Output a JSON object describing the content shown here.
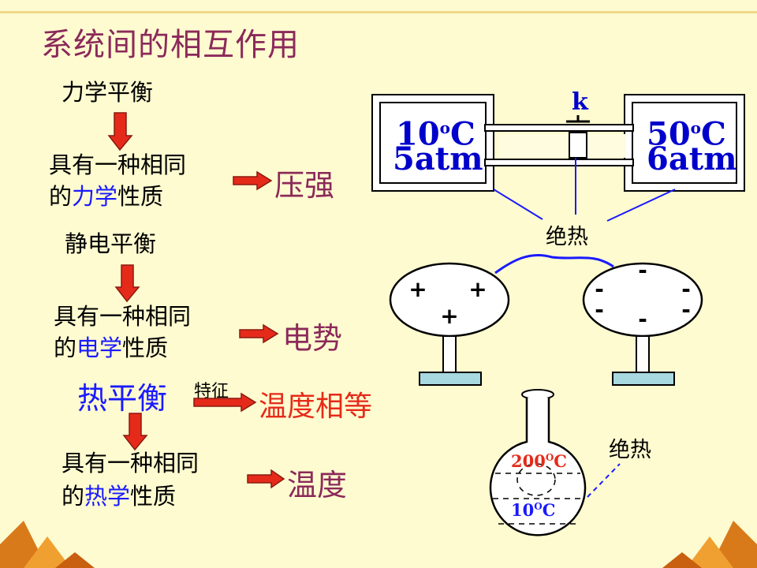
{
  "title": "系统间的相互作用",
  "mechanical": {
    "equilibrium": "力学平衡",
    "line1": "具有一种相同",
    "line2_pre": "的",
    "line2_key": "力学",
    "line2_post": "性质",
    "result": "压强"
  },
  "electrostatic": {
    "equilibrium": "静电平衡",
    "line1": "具有一种相同",
    "line2_pre": "的",
    "line2_key": "电学",
    "line2_post": "性质",
    "result": "电势"
  },
  "thermal": {
    "equilibrium": "热平衡",
    "feature_label": "特征",
    "feature": "温度相等",
    "line1": "具有一种相同",
    "line2_pre": "的",
    "line2_key": "热学",
    "line2_post": "性质",
    "result": "温度"
  },
  "chambers": {
    "valve_label": "k",
    "left_temp": "10",
    "left_temp_sup": "o",
    "left_temp_unit": "C",
    "left_pressure": "5atm",
    "right_temp": "50",
    "right_temp_sup": "o",
    "right_temp_unit": "C",
    "right_pressure": "6atm",
    "insulation_label": "绝热"
  },
  "spheres": {
    "left_charges": [
      "+",
      "+",
      "+"
    ],
    "right_charges": [
      "-",
      "-",
      "-",
      "-",
      "-",
      "-"
    ]
  },
  "flask": {
    "inner_temp": "200",
    "inner_temp_sup": "O",
    "inner_temp_unit": "C",
    "outer_temp": "10",
    "outer_temp_sup": "O",
    "outer_temp_unit": "C",
    "insulation_label": "绝热"
  },
  "colors": {
    "background": "#fffbd0",
    "title": "#8b2a5a",
    "arrow": "#e62a1a",
    "key_term": "#1a1aff",
    "stand": "#a8d8e0"
  }
}
